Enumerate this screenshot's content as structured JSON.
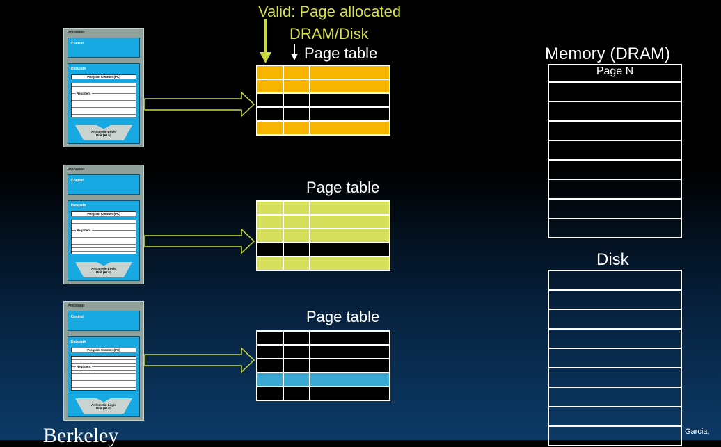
{
  "annotations": {
    "valid_label": "Valid: Page allocated",
    "dram_disk_label": "DRAM/Disk"
  },
  "page_tables": [
    {
      "label": "Page table",
      "rows": [
        "orange",
        "orange",
        "black",
        "black",
        "orange"
      ]
    },
    {
      "label": "Page table",
      "rows": [
        "yellow",
        "yellow",
        "yellow",
        "black",
        "yellow"
      ]
    },
    {
      "label": "Page table",
      "rows": [
        "black",
        "black",
        "black",
        "blue",
        "black"
      ]
    }
  ],
  "processor": {
    "title": "Processor",
    "control": "Control",
    "datapath": "Datapath",
    "pc": "Program Counter (PC)",
    "registers": "Registers",
    "alu_line1": "Arithmetic-Logic",
    "alu_line2": "Unit (ALU)"
  },
  "memory": {
    "title": "Memory (DRAM)",
    "first_row": "Page N"
  },
  "disk": {
    "title": "Disk"
  },
  "footer": {
    "left_text": "Berkeley",
    "right_text": "Garcia,"
  },
  "colors": {
    "orange": "#f7b500",
    "yellow": "#d6df5a",
    "blue": "#3aa9d3",
    "annotation": "#d6df46"
  }
}
